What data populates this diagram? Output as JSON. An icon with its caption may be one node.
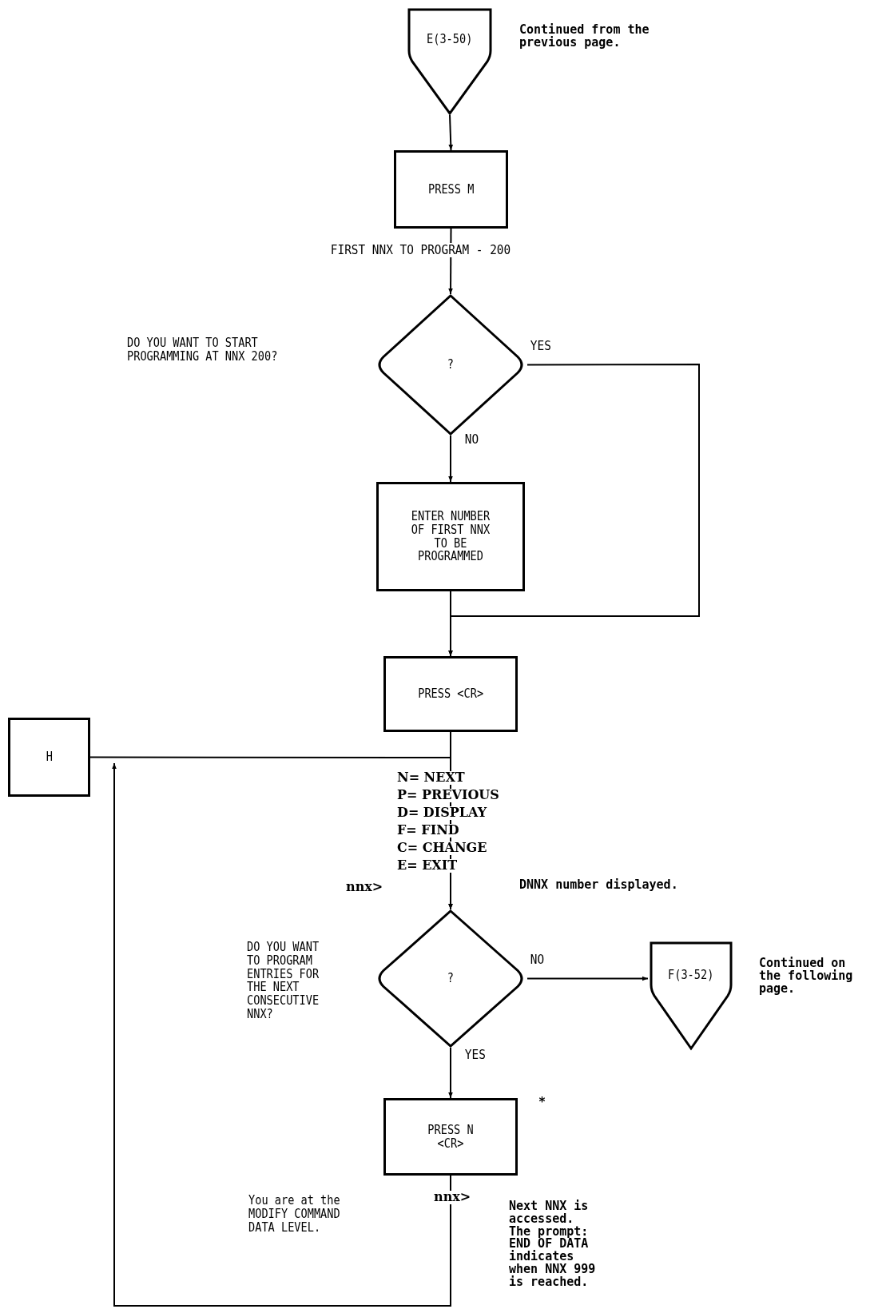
{
  "diagram": {
    "nodes": [
      {
        "text": [
          "E(3-50)"
        ],
        "beside": [
          "Continued from the previous page."
        ]
      },
      {
        "text": [
          "PRESS M"
        ]
      },
      {
        "text": [
          "?"
        ]
      },
      {
        "text": [
          "ENTER NUMBER OF FIRST NNX TO BE PROGRAMMED"
        ]
      },
      {
        "text": [
          "PRESS <CR>"
        ]
      },
      {
        "text": [
          "H"
        ]
      },
      {
        "text": [
          "?"
        ]
      },
      {
        "text": [
          "F(3-52)"
        ],
        "beside": [
          "Continued on the following page."
        ]
      },
      {
        "text": [
          "PRESS N <CR>"
        ]
      }
    ],
    "edges": [
      {
        "from": 0,
        "to": 1,
        "arrow": "to"
      },
      {
        "from": 1,
        "to": 2,
        "arrow": "to",
        "label": "FIRST NNX TO PROGRAM - 200"
      },
      {
        "from": 2,
        "to": 3,
        "arrow": "to",
        "label": "NO"
      },
      {
        "from": 2,
        "to": 4,
        "arrow": "to",
        "label": "YES"
      },
      {
        "from": 3,
        "to": 4,
        "arrow": "to"
      },
      {
        "from": 4,
        "to": 6,
        "arrow": "to"
      },
      {
        "from": 5,
        "to": 6,
        "arrow": "to"
      },
      {
        "from": 6,
        "to": 7,
        "arrow": "to",
        "label": "NO"
      },
      {
        "from": 6,
        "to": 8,
        "arrow": "to",
        "label": "YES"
      },
      {
        "from": 8,
        "to": 5,
        "arrow": "to"
      }
    ],
    "labels": [
      "DO YOU WANT TO START PROGRAMMING AT NNX 200?",
      "N= NEXT",
      "P= PREVIOUS",
      "D= DISPLAY",
      "F= FIND",
      "C= CHANGE",
      "E= EXIT",
      "nnx>",
      "DNNX number displayed.",
      "DO YOU WANT TO PROGRAM ENTRIES FOR THE NEXT CONSECUTIVE NNX?",
      "*",
      "You are at the MODIFY COMMAND DATA LEVEL.",
      "nnx>",
      "Next NNX is accessed. The prompt: END OF DATA indicates when NNX 999 is reached."
    ]
  }
}
